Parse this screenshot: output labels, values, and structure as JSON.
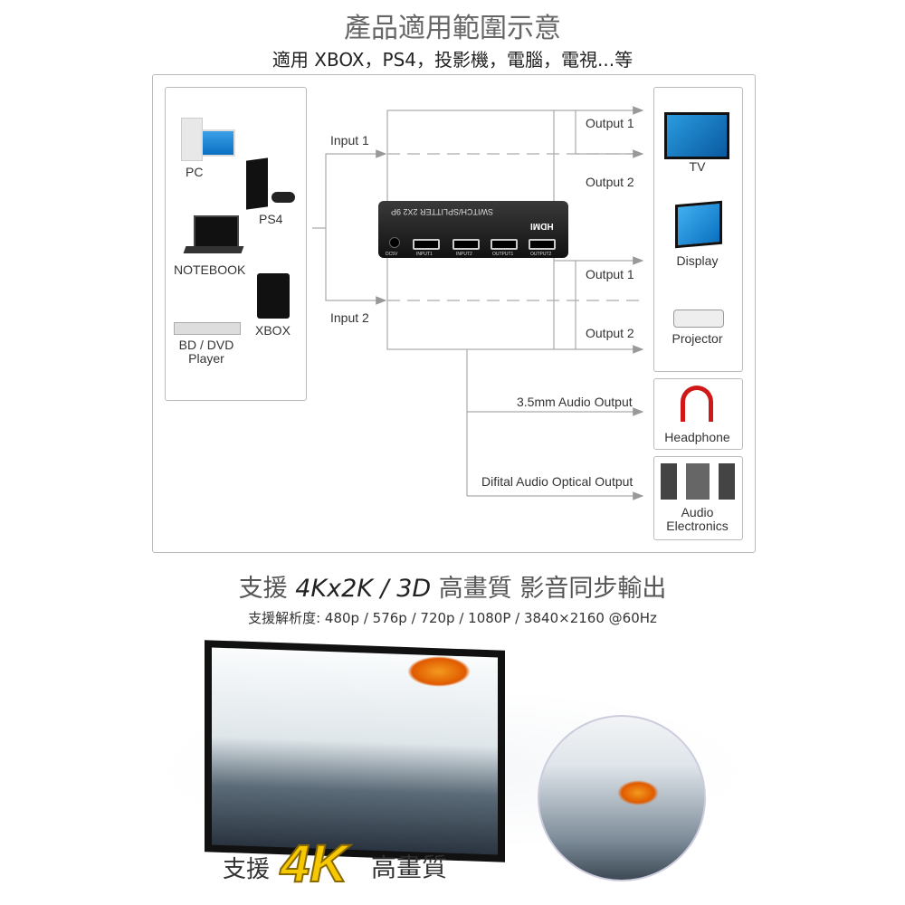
{
  "title": "產品適用範圍示意",
  "subtitle": "適用 XBOX，PS4，投影機，電腦，電視...等",
  "sources": {
    "pc": "PC",
    "ps4": "PS4",
    "notebook": "NOTEBOOK",
    "xbox": "XBOX",
    "bd": "BD / DVD",
    "bd2": "Player"
  },
  "inputs": [
    "Input 1",
    "Input 2"
  ],
  "device": {
    "brand": "HDMI",
    "model": "SWITCH/SPLITTER 2X2 9P",
    "ports": [
      "DC5V",
      "INPUT1",
      "INPUT2",
      "OUTPUT1",
      "OUTPUT2"
    ]
  },
  "outputs": [
    "Output 1",
    "Output 2",
    "Output 1",
    "Output 2"
  ],
  "audio": {
    "analog": "3.5mm Audio Output",
    "optical": "Difital Audio Optical Output"
  },
  "displays": {
    "tv": "TV",
    "display": "Display",
    "projector": "Projector",
    "headphone": "Headphone",
    "audio1": "Audio",
    "audio2": "Electronics"
  },
  "feature": {
    "pre": "支援 ",
    "spec": "4Kx2K / 3D",
    "post": " 高畫質  影音同步輸出"
  },
  "resolution": "支援解析度: 480p / 576p / 720p / 1080P / 3840×2160 @60Hz",
  "banner": {
    "pre": "支援",
    "k": "4K",
    "post": "高畫質"
  }
}
